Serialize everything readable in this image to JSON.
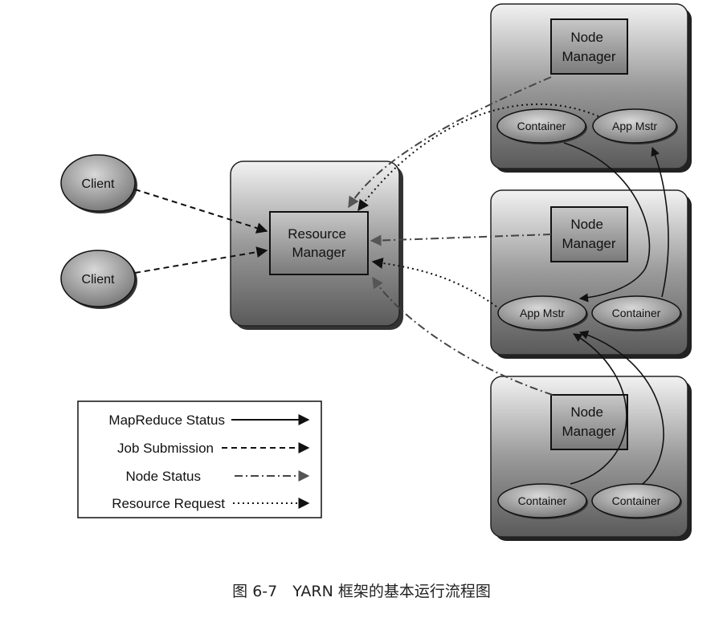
{
  "client_label": "Client",
  "resource_manager_label": [
    "Resource",
    "Manager"
  ],
  "node_manager_label": [
    "Node",
    "Manager"
  ],
  "container_label": "Container",
  "app_master_label": "App Mstr",
  "legend": [
    {
      "label": "MapReduce Status",
      "style": "solid"
    },
    {
      "label": "Job Submission",
      "style": "dashed"
    },
    {
      "label": "Node Status",
      "style": "dash-dot"
    },
    {
      "label": "Resource Request",
      "style": "dotted"
    }
  ],
  "caption": "图 6-7　YARN 框架的基本运行流程图"
}
